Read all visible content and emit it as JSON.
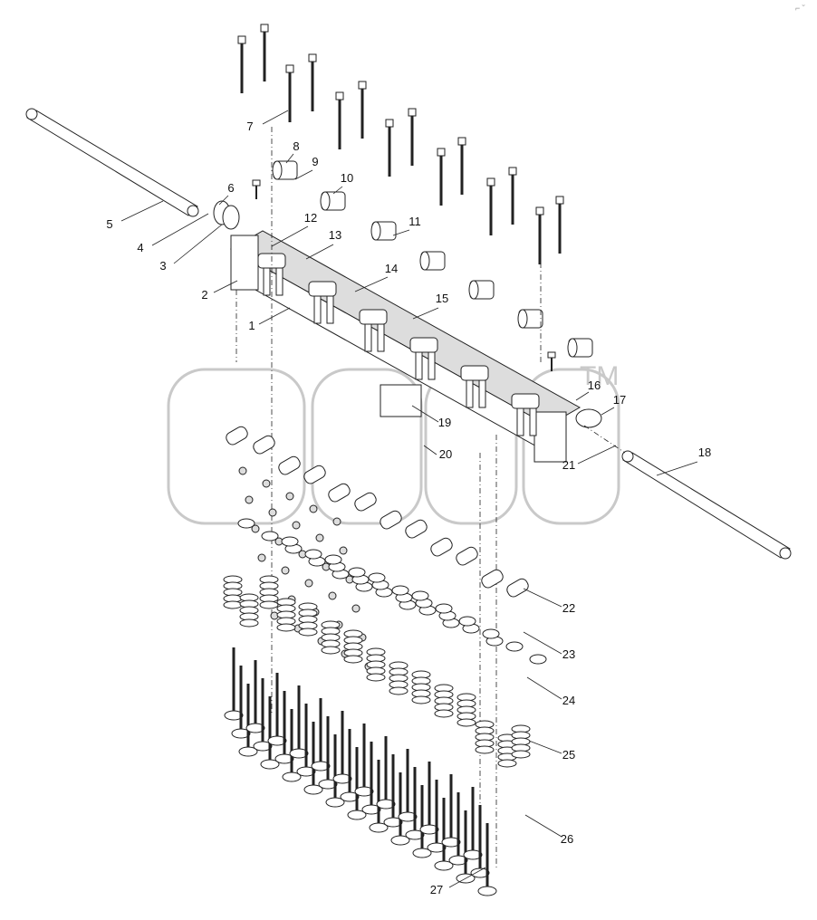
{
  "watermark": {
    "trademark": "TM"
  },
  "corner_mark": "⌐ ˘",
  "callouts": [
    {
      "id": 1,
      "label": "1"
    },
    {
      "id": 2,
      "label": "2"
    },
    {
      "id": 3,
      "label": "3"
    },
    {
      "id": 4,
      "label": "4"
    },
    {
      "id": 5,
      "label": "5"
    },
    {
      "id": 6,
      "label": "6"
    },
    {
      "id": 7,
      "label": "7"
    },
    {
      "id": 8,
      "label": "8"
    },
    {
      "id": 9,
      "label": "9"
    },
    {
      "id": 10,
      "label": "10"
    },
    {
      "id": 11,
      "label": "11"
    },
    {
      "id": 12,
      "label": "12"
    },
    {
      "id": 13,
      "label": "13"
    },
    {
      "id": 14,
      "label": "14"
    },
    {
      "id": 15,
      "label": "15"
    },
    {
      "id": 16,
      "label": "16"
    },
    {
      "id": 17,
      "label": "17"
    },
    {
      "id": 18,
      "label": "18"
    },
    {
      "id": 19,
      "label": "19"
    },
    {
      "id": 20,
      "label": "20"
    },
    {
      "id": 21,
      "label": "21"
    },
    {
      "id": 22,
      "label": "22"
    },
    {
      "id": 23,
      "label": "23"
    },
    {
      "id": 24,
      "label": "24"
    },
    {
      "id": 25,
      "label": "25"
    },
    {
      "id": 26,
      "label": "26"
    },
    {
      "id": 27,
      "label": "27"
    }
  ]
}
